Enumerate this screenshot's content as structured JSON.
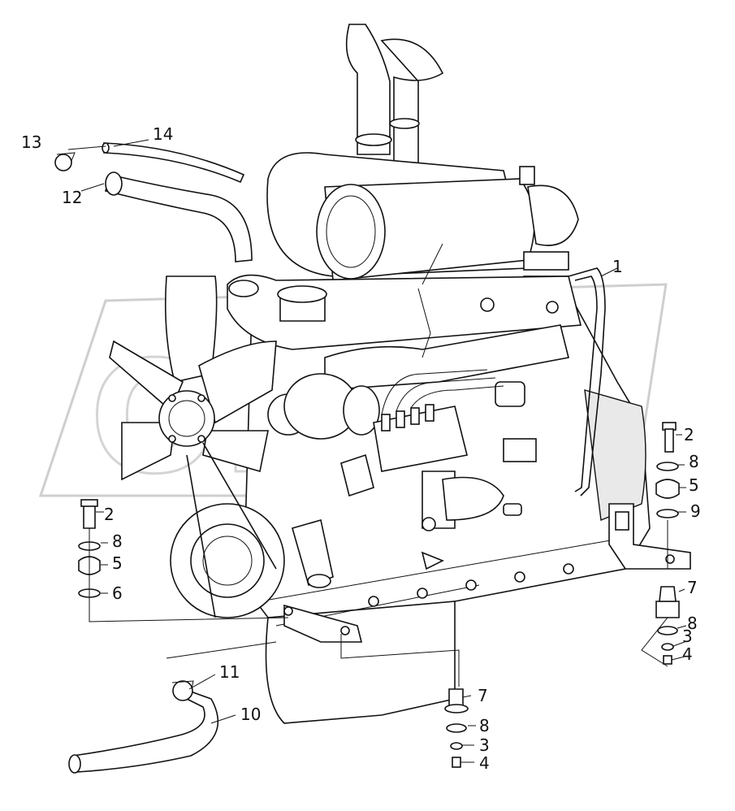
{
  "watermark": {
    "text": "OZAZ"
  },
  "callouts": [
    {
      "id": "c1",
      "label": "1"
    },
    {
      "id": "c2a",
      "label": "2"
    },
    {
      "id": "c2b",
      "label": "2"
    },
    {
      "id": "c3a",
      "label": "3"
    },
    {
      "id": "c3b",
      "label": "3"
    },
    {
      "id": "c4a",
      "label": "4"
    },
    {
      "id": "c4b",
      "label": "4"
    },
    {
      "id": "c5a",
      "label": "5"
    },
    {
      "id": "c5b",
      "label": "5"
    },
    {
      "id": "c6",
      "label": "6"
    },
    {
      "id": "c7a",
      "label": "7"
    },
    {
      "id": "c7b",
      "label": "7"
    },
    {
      "id": "c8a",
      "label": "8"
    },
    {
      "id": "c8b",
      "label": "8"
    },
    {
      "id": "c8c",
      "label": "8"
    },
    {
      "id": "c8d",
      "label": "8"
    },
    {
      "id": "c9",
      "label": "9"
    },
    {
      "id": "c10",
      "label": "10"
    },
    {
      "id": "c11",
      "label": "11"
    },
    {
      "id": "c12",
      "label": "12"
    },
    {
      "id": "c13",
      "label": "13"
    },
    {
      "id": "c14",
      "label": "14"
    }
  ]
}
